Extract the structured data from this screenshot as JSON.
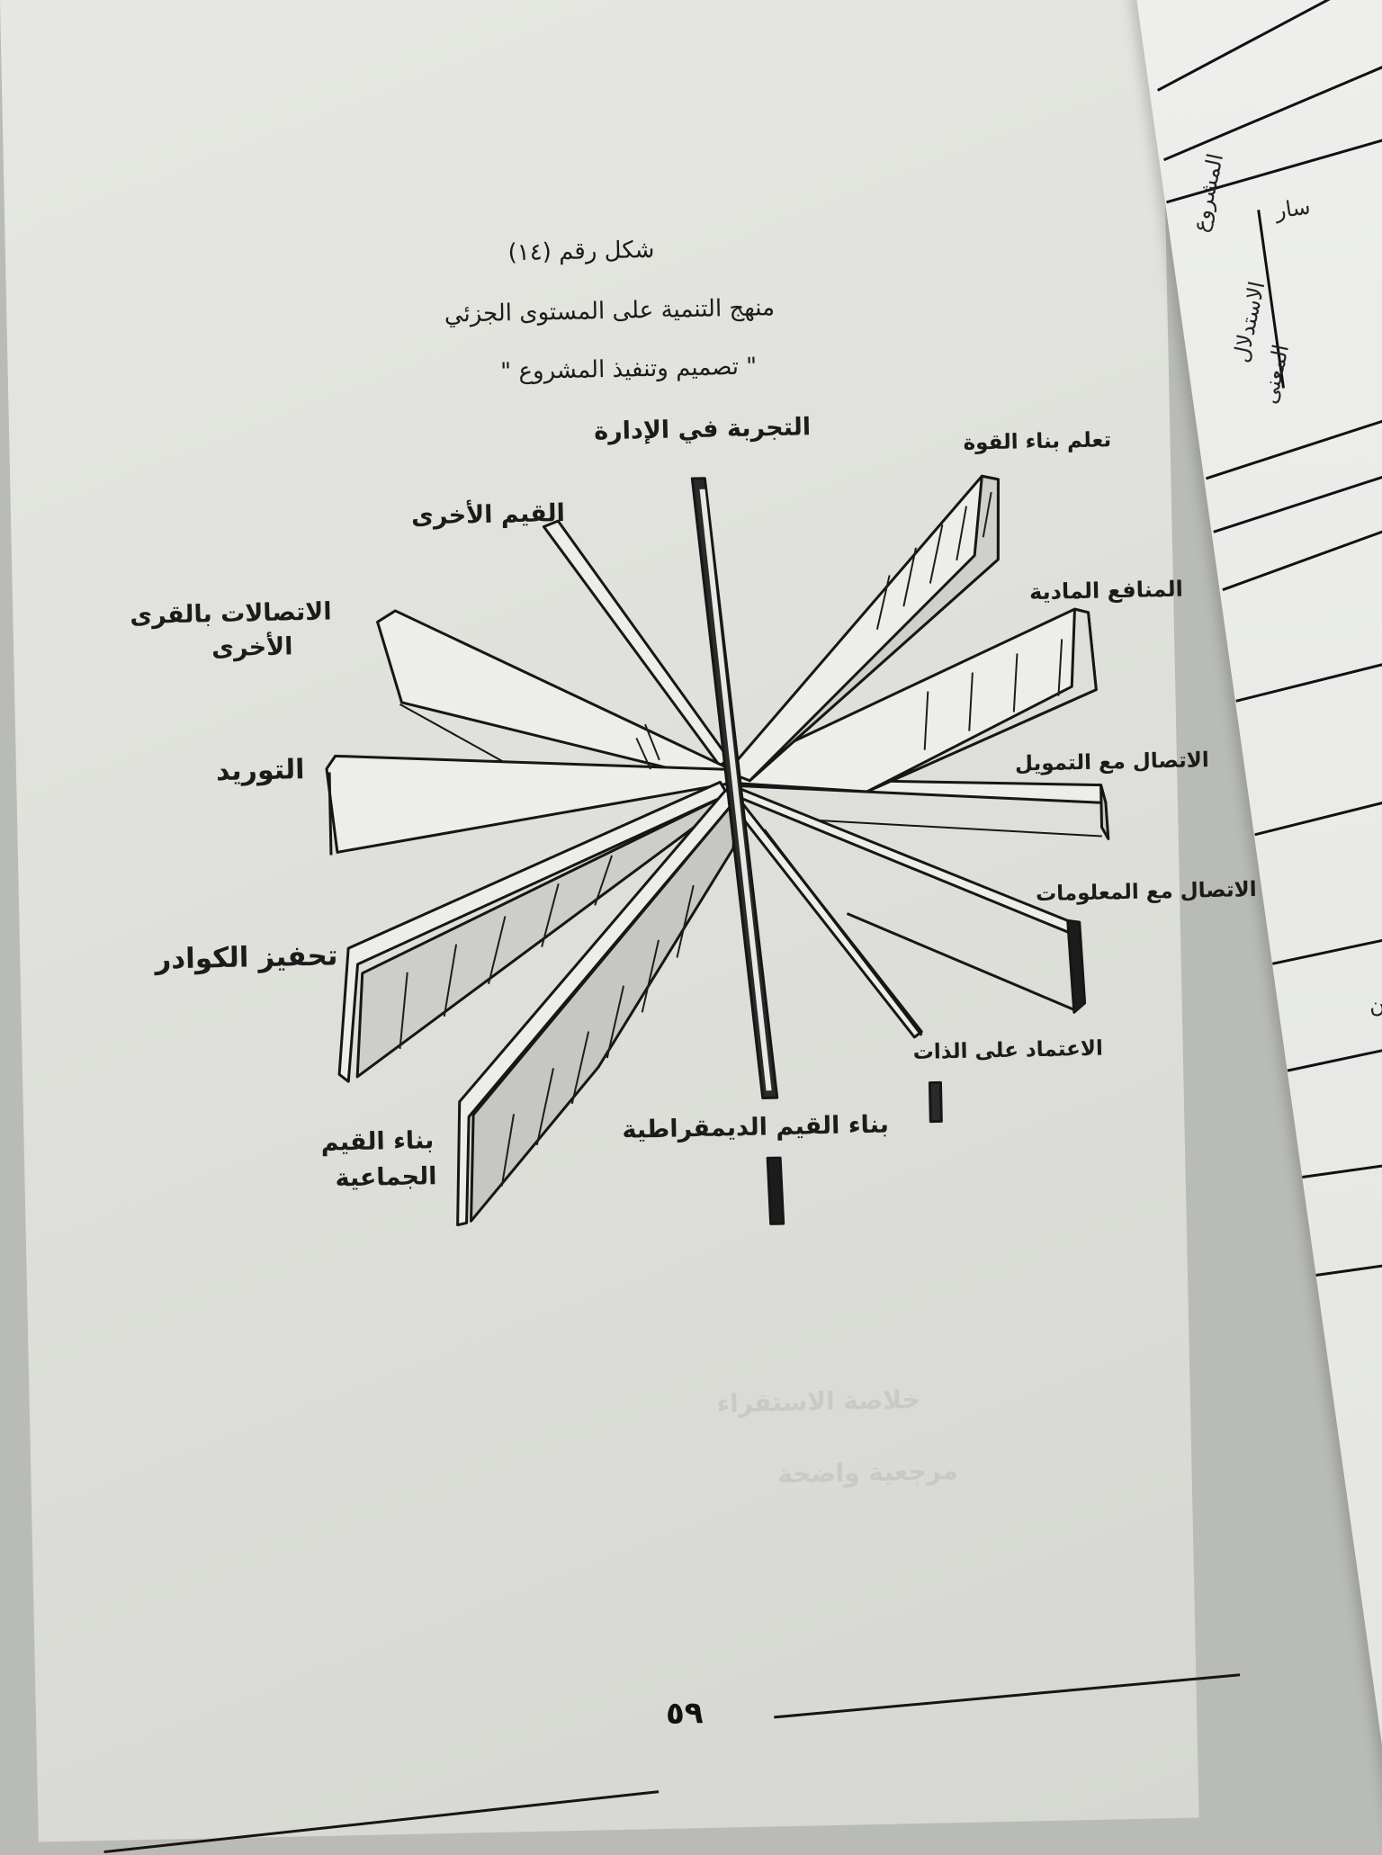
{
  "document": {
    "figure_number": "شكل رقم (١٤)",
    "title": "منهج التنمية على المستوى الجزئي",
    "subtitle": "\" تصميم وتنفيذ المشروع \"",
    "page_number": "٥٩"
  },
  "diagram": {
    "labels": {
      "top": "التجربة في الإدارة",
      "top_right": "تعلم بناء القوة",
      "upper_left": "القيم الأخرى",
      "left_contacts_1": "الاتصالات بالقرى",
      "left_contacts_2": "الأخرى",
      "right_material": "المنافع المادية",
      "left_supply": "التوريد",
      "right_finance": "الاتصال مع التمويل",
      "right_info": "الاتصال مع المعلومات",
      "left_cadres": "تحفيز الكوادر",
      "right_self": "الاعتماد على الذات",
      "bottom_left_1": "بناء القيم",
      "bottom_left_2": "الجماعية",
      "bottom": "بناء القيم الديمقراطية"
    }
  },
  "facing_page": {
    "fragments": [
      "المشروع",
      "الاستدلال",
      "المعنى",
      "سار",
      "معنيان"
    ]
  }
}
